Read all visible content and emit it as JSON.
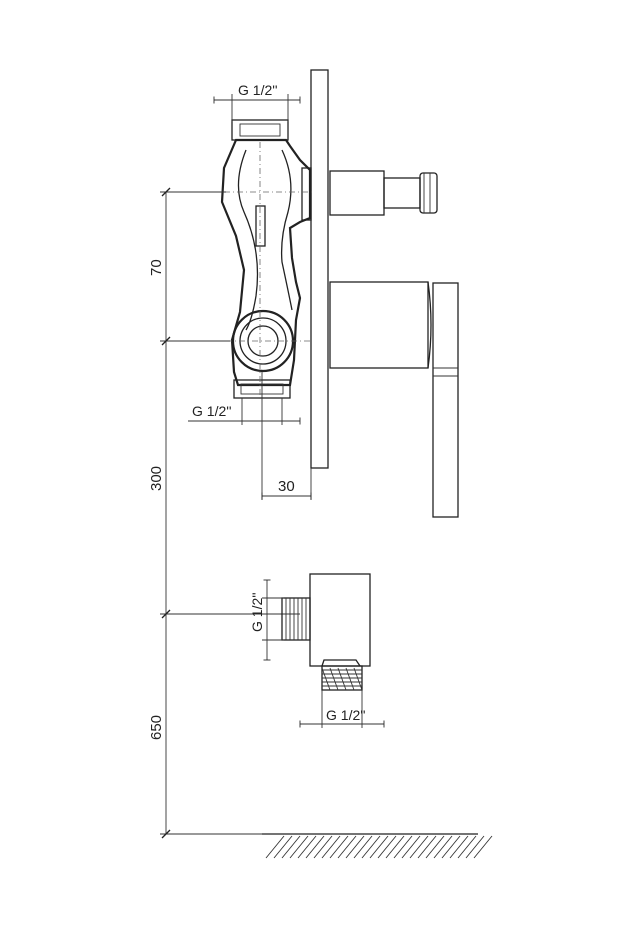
{
  "dimensions": {
    "thread_top": "G 1/2''",
    "thread_bottom": "G 1/2''",
    "thread_elbow_side": "G 1/2''",
    "thread_elbow_bottom": "G 1/2''",
    "d_70": "70",
    "d_300": "300",
    "d_30": "30",
    "d_650": "650"
  }
}
